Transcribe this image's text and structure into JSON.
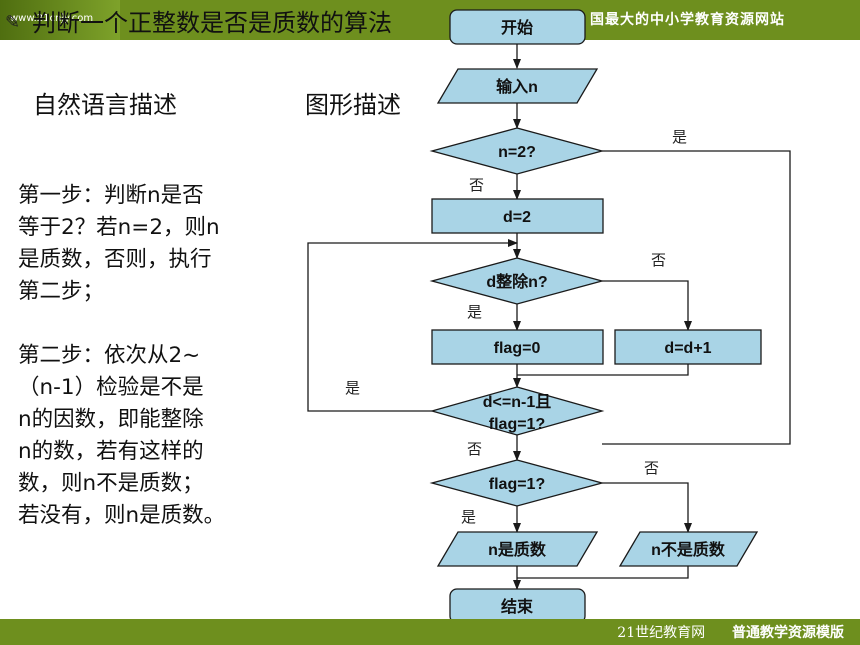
{
  "title": "判断一个正整数是否是质数的算法",
  "banner": {
    "right_text": "国最大的中小学教育资源网站",
    "logo_text": "www.21cnjy.com"
  },
  "footer": {
    "site": "21世纪教育网",
    "template": "普通教学资源模版"
  },
  "headings": {
    "natural": "自然语言描述",
    "graphic": "图形描述"
  },
  "steps": {
    "step1": [
      "第一步：判断n是否",
      "等于2？若n=2，则n",
      "是质数，否则，执行",
      "第二步；"
    ],
    "step2": [
      "第二步：依次从2~",
      "（n-1）检验是不是",
      "n的因数，即能整除",
      "n的数，若有这样的",
      "数，则n不是质数；",
      "若没有，则n是质数。"
    ]
  },
  "flowchart": {
    "start": "开始",
    "input": "输入n",
    "dec1": "n=2?",
    "assign_d": "d=2",
    "dec2": "d整除n?",
    "flag0": "flag=0",
    "incr": "d=d+1",
    "dec3_line1": "d<=n-1且",
    "dec3_line2": "flag=1?",
    "dec4": "flag=1?",
    "out_prime": "n是质数",
    "out_not_prime": "n不是质数",
    "end": "结束"
  },
  "edge_labels": {
    "dec1_yes": "是",
    "dec1_no": "否",
    "dec2_no": "否",
    "dec2_yes": "是",
    "dec3_yes": "是",
    "dec3_no": "否",
    "dec4_no": "否",
    "dec4_yes": "是"
  },
  "colors": {
    "box_fill": "#a9d4e6",
    "stroke": "#1a1a1a",
    "banner": "#6e8f1e"
  }
}
